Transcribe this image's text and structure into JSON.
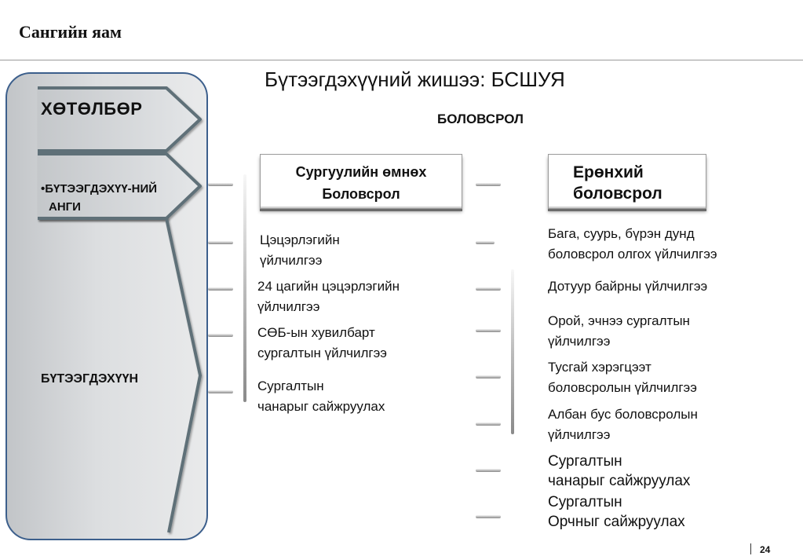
{
  "header": {
    "ministry": "Сангийн яам"
  },
  "title": "Бүтээгдэхүүний жишээ: БСШУЯ",
  "sector": "БОЛОВСРОЛ",
  "hierarchy": {
    "program": "ХӨТӨЛБӨР",
    "product_class_line1": "•БҮТЭЭГДЭХҮҮ-НИЙ",
    "product_class_line2": "АНГИ",
    "product": "БҮТЭЭГДЭХҮҮН"
  },
  "preschool": {
    "heading_line1": "Сургуулийн өмнөх",
    "heading_line2": "Боловсрол",
    "items": [
      {
        "line1": "Цэцэрлэгийн",
        "line2": "үйлчилгээ"
      },
      {
        "line1": "24 цагийн цэцэрлэгийн",
        "line2": "үйлчилгээ"
      },
      {
        "line1": "СӨБ-ын хувилбарт",
        "line2": "сургалтын үйлчилгээ"
      },
      {
        "line1": "Сургалтын",
        "line2": "чанарыг сайжруулах"
      }
    ]
  },
  "general": {
    "heading_line1": "Ерөнхий",
    "heading_line2": "боловсрол",
    "items": [
      {
        "line1": "Бага, суурь, бүрэн дунд",
        "line2": "боловсрол олгох үйлчилгээ"
      },
      {
        "line1": "Дотуур байрны үйлчилгээ",
        "line2": ""
      },
      {
        "line1": "Орой, эчнээ сургалтын",
        "line2": "үйлчилгээ"
      },
      {
        "line1": "Тусгай хэрэгцээт",
        "line2": "боловсролын үйлчилгээ"
      },
      {
        "line1": "Албан бус боловсролын",
        "line2": "үйлчилгээ"
      },
      {
        "line1": "Сургалтын",
        "line2": "чанарыг сайжруулах"
      },
      {
        "line1": "Сургалтын",
        "line2": "Орчныг сайжруулах"
      }
    ]
  },
  "footer": {
    "page_number": "24"
  }
}
